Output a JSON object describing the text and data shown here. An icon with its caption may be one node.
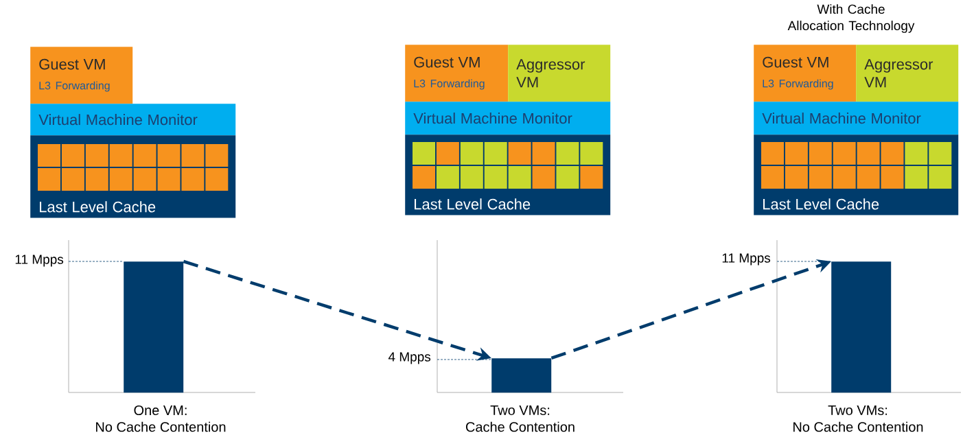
{
  "diagram": {
    "nodes": [
      {
        "text": [
          "Guest VM",
          "L3 Forwarding"
        ]
      },
      {
        "text": [
          "Virtual Machine Monitor"
        ]
      },
      {
        "text": [
          "Last Level Cache"
        ]
      },
      {
        "text": [],
        "shape": "bar",
        "beside": [
          "One VM:",
          "No Cache Contention"
        ]
      },
      {
        "text": [
          "Guest VM",
          "L3 Forwarding"
        ]
      },
      {
        "text": [
          "Aggressor VM"
        ]
      },
      {
        "text": [
          "Virtual Machine Monitor"
        ]
      },
      {
        "text": [
          "Last Level Cache"
        ]
      },
      {
        "text": [],
        "shape": "bar",
        "beside": [
          "Two VMs:",
          "Cache Contention"
        ]
      },
      {
        "text": [
          "Guest VM",
          "L3 Forwarding"
        ]
      },
      {
        "text": [
          "Aggressor VM"
        ]
      },
      {
        "text": [
          "Virtual Machine Monitor"
        ]
      },
      {
        "text": [
          "Last Level Cache"
        ]
      },
      {
        "text": [],
        "shape": "bar",
        "beside": [
          "Two VMs:",
          "No Cache Contention"
        ]
      }
    ],
    "edges": [
      {
        "from": 3,
        "to": 8,
        "arrow": "to",
        "style": "dashed"
      },
      {
        "from": 8,
        "to": 13,
        "arrow": "to",
        "style": "dashed"
      }
    ],
    "labels": [
      "With Cache Allocation Technology",
      "11 Mpps",
      "4 Mpps",
      "11 Mpps"
    ]
  }
}
